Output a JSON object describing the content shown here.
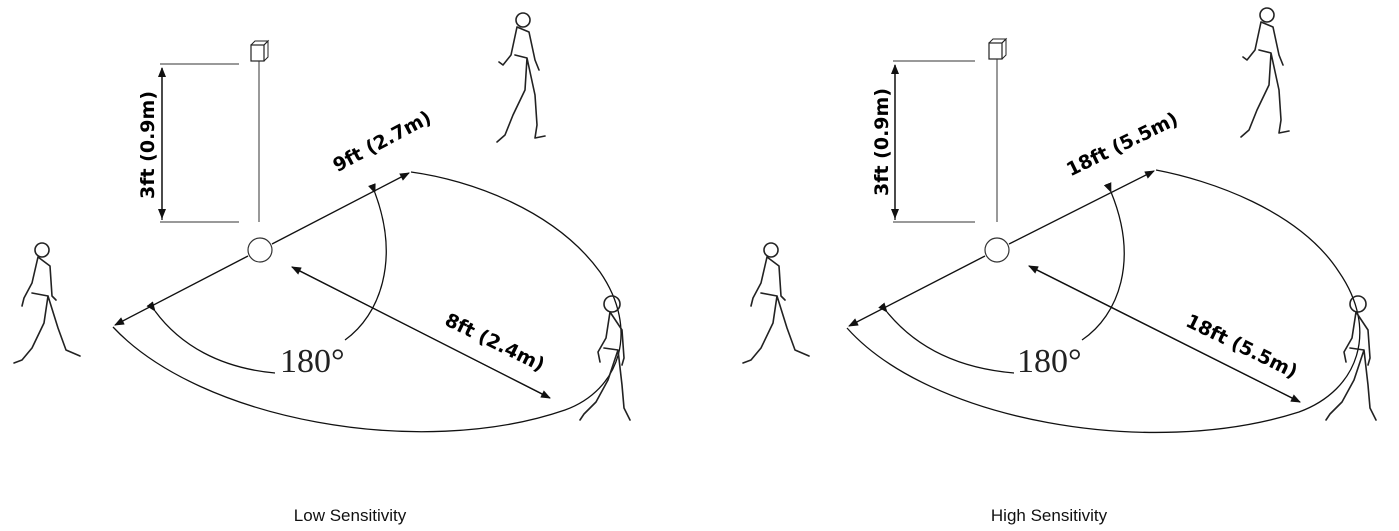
{
  "panels": [
    {
      "caption": "Low Sensitivity",
      "height_label": "3ft (0.9m)",
      "radius_label": "9ft (2.7m)",
      "range_label": "8ft (2.4m)",
      "angle_label": "180°"
    },
    {
      "caption": "High Sensitivity",
      "height_label": "3ft (0.9m)",
      "radius_label": "18ft (5.5m)",
      "range_label": "18ft (5.5m)",
      "angle_label": "180°"
    }
  ],
  "colors": {
    "line": "#111111",
    "background": "#ffffff"
  },
  "icons": [
    "sensor-icon",
    "walking-person-icon"
  ]
}
